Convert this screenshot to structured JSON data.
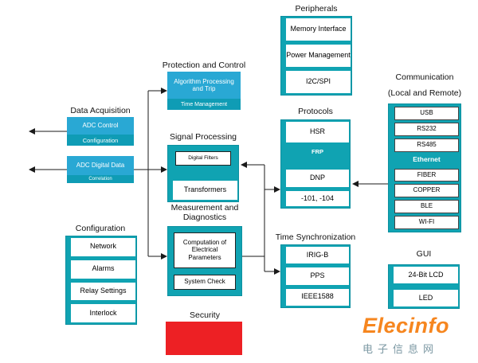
{
  "colors": {
    "teal": "#10a3b2",
    "cyan": "#29a8d4",
    "cyan_dark": "#0f9cb5",
    "red": "#ed2024",
    "watermark_orange": "#f6861f",
    "watermark_gray": "#7c98a3"
  },
  "blocks": {
    "peripherals": {
      "title": "Peripherals",
      "items": [
        "Memory Interface",
        "Power Management",
        "I2C/SPI"
      ]
    },
    "protection": {
      "title": "Protection and Control",
      "line1": "Algorithm Processing and Trip",
      "line2": "Time Management"
    },
    "data_acquisition": {
      "title": "Data Acquisition",
      "adc_control": {
        "line1": "ADC Control",
        "line2": "Configuration"
      },
      "adc_digital": {
        "line1": "ADC Digital Data",
        "line2": "Correlation"
      }
    },
    "signal": {
      "title": "Signal Processing",
      "filters": "Digital Filters",
      "transformers": "Transformers"
    },
    "protocols": {
      "title": "Protocols",
      "items": [
        "HSR",
        "FRP",
        "DNP",
        "-101, -104"
      ]
    },
    "measurement": {
      "title": "Measurement and Diagnostics",
      "items": [
        "Computation of Electrical Parameters",
        "System Check"
      ]
    },
    "configuration": {
      "title": "Configuration",
      "items": [
        "Network",
        "Alarms",
        "Relay Settings",
        "Interlock"
      ]
    },
    "time_sync": {
      "title": "Time Synchronization",
      "items": [
        "IRIG-B",
        "PPS",
        "IEEE1588"
      ]
    },
    "communication": {
      "title": "Communication",
      "subtitle": "(Local and Remote)",
      "items": [
        "USB",
        "RS232",
        "RS485",
        "Ethernet",
        "FIBER",
        "COPPER",
        "BLE",
        "WI-FI"
      ]
    },
    "gui": {
      "title": "GUI",
      "items": [
        "24-Bit LCD",
        "LED"
      ]
    },
    "security": {
      "title": "Security"
    }
  },
  "watermark": {
    "brand": "Elecinfo",
    "subtitle": "电子信息网"
  }
}
